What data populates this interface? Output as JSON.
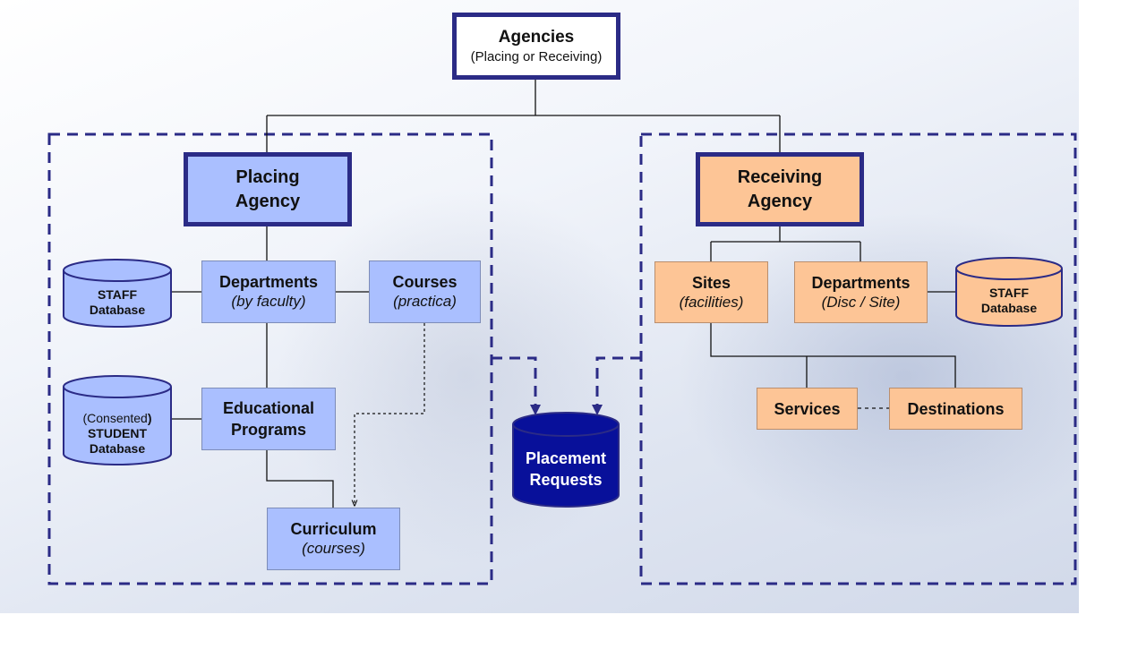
{
  "agencies": {
    "title": "Agencies",
    "subtitle": "(Placing or Receiving)"
  },
  "placing": {
    "agency": "Placing Agency",
    "staff_db": {
      "line1": "STAFF",
      "line2": "Database"
    },
    "departments": {
      "title": "Departments",
      "subtitle": "(by faculty)"
    },
    "courses": {
      "title": "Courses",
      "subtitle": "(practica)"
    },
    "student_db": {
      "line1a": "(Consented",
      "line1b": ")",
      "line2": "STUDENT",
      "line3": "Database"
    },
    "programs": {
      "title": "Educational Programs"
    },
    "curriculum": {
      "title": "Curriculum",
      "subtitle": "(courses)"
    }
  },
  "placement_requests": "Placement Requests",
  "receiving": {
    "agency": "Receiving Agency",
    "sites": {
      "title": "Sites",
      "subtitle": "(facilities)"
    },
    "departments": {
      "title": "Departments",
      "subtitle": "(Disc / Site)"
    },
    "staff_db": {
      "line1": "STAFF",
      "line2": "Database"
    },
    "services": "Services",
    "destinations": "Destinations"
  },
  "colors": {
    "placing_fill": "#aabfff",
    "receiving_fill": "#fdc596",
    "frame": "#2b2b86",
    "placement_db": "#08109a"
  }
}
